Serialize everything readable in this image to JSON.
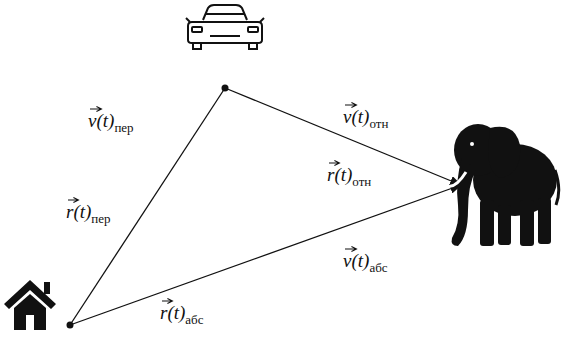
{
  "diagram": {
    "labels": [
      "v(t)",
      "пер",
      "r(t)",
      "пер",
      "v(t)",
      "отн",
      "r(t)",
      "отн",
      "v(t)",
      "абс",
      "r(t)",
      "абс"
    ]
  }
}
